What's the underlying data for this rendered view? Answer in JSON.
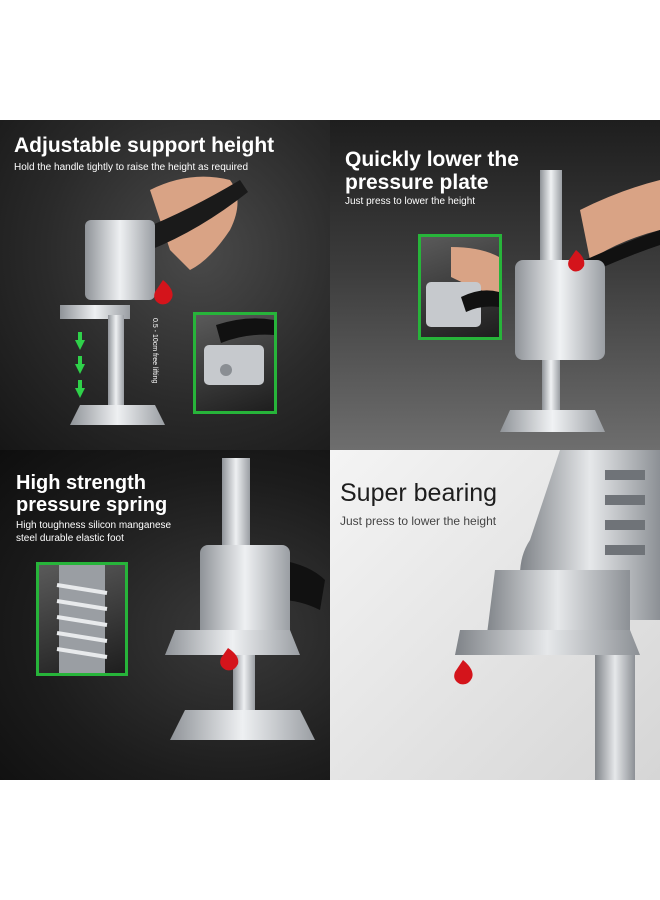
{
  "panels": [
    {
      "title": "Adjustable support height",
      "subtitle": "Hold the handle tightly to raise the height as required",
      "lift_note": "0.5 - 10cm free lifting"
    },
    {
      "title": "Quickly lower the pressure plate",
      "title_line1": "Quickly lower the",
      "title_line2": "pressure plate",
      "subtitle": "Just press to lower the height"
    },
    {
      "title": "High strength pressure spring",
      "title_line1": "High strength",
      "title_line2": "pressure spring",
      "subtitle": "High toughness silicon manganese steel durable elastic foot",
      "subtitle_line1": "High toughness silicon manganese",
      "subtitle_line2": "steel durable elastic foot"
    },
    {
      "title": "Super bearing",
      "subtitle": "Just press to lower the height"
    }
  ],
  "colors": {
    "accent_green": "#27b43a",
    "drop_red": "#d4141b",
    "metal": "#c9ccd0"
  }
}
